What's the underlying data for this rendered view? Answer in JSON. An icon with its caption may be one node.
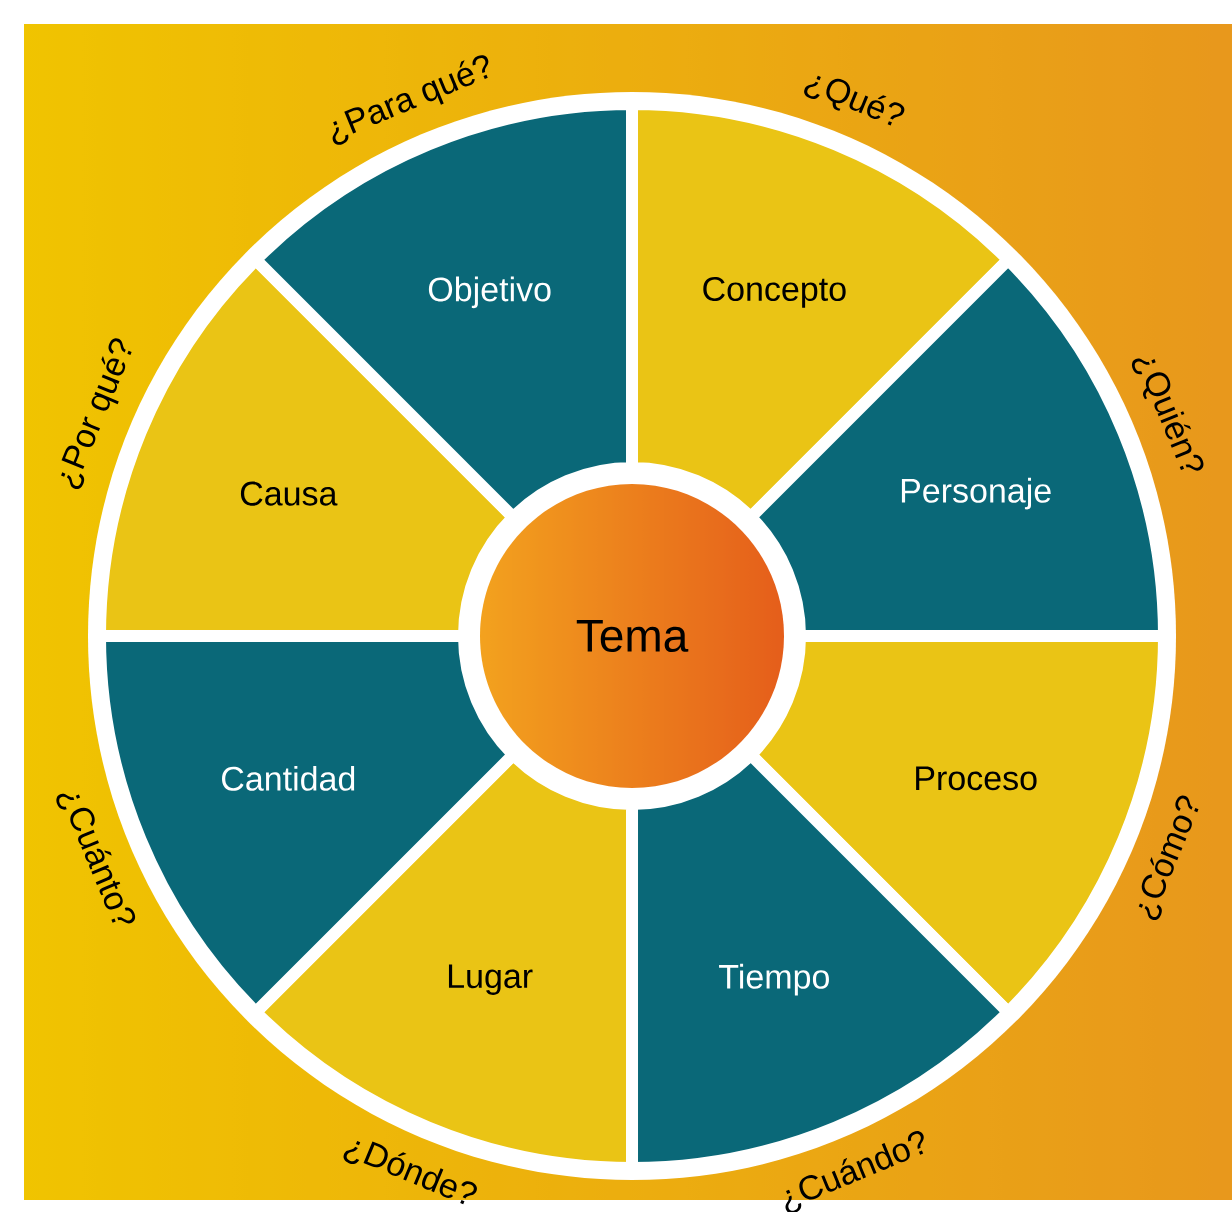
{
  "diagram": {
    "nodes": [
      {
        "text": [
          "Tema"
        ]
      },
      {
        "text": [
          "Concepto"
        ],
        "beside": [
          "¿Qué?"
        ]
      },
      {
        "text": [
          "Personaje"
        ],
        "beside": [
          "¿Quién?"
        ]
      },
      {
        "text": [
          "Proceso"
        ],
        "beside": [
          "¿Cómo?"
        ]
      },
      {
        "text": [
          "Tiempo"
        ],
        "beside": [
          "¿Cuándo?"
        ]
      },
      {
        "text": [
          "Lugar"
        ],
        "beside": [
          "¿Dónde?"
        ]
      },
      {
        "text": [
          "Cantidad"
        ],
        "beside": [
          "¿Cuánto?"
        ]
      },
      {
        "text": [
          "Causa"
        ],
        "beside": [
          "¿Por qué?"
        ]
      },
      {
        "text": [
          "Objetivo"
        ],
        "beside": [
          "¿Para qué?"
        ]
      }
    ]
  }
}
